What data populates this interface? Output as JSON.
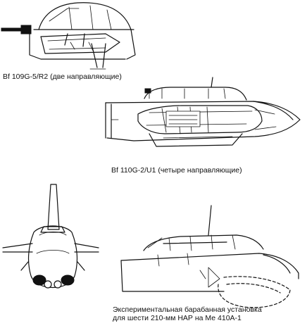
{
  "captions": {
    "bf109": "Bf 109G-5/R2 (две направляющие)",
    "bf110": "Bf 110G-2/U1 (четыре направляющие)",
    "me410_line1": "Экспериментальная барабанная установка",
    "me410_line2": "для шести 210-мм НАР на Ме 410А-1"
  }
}
